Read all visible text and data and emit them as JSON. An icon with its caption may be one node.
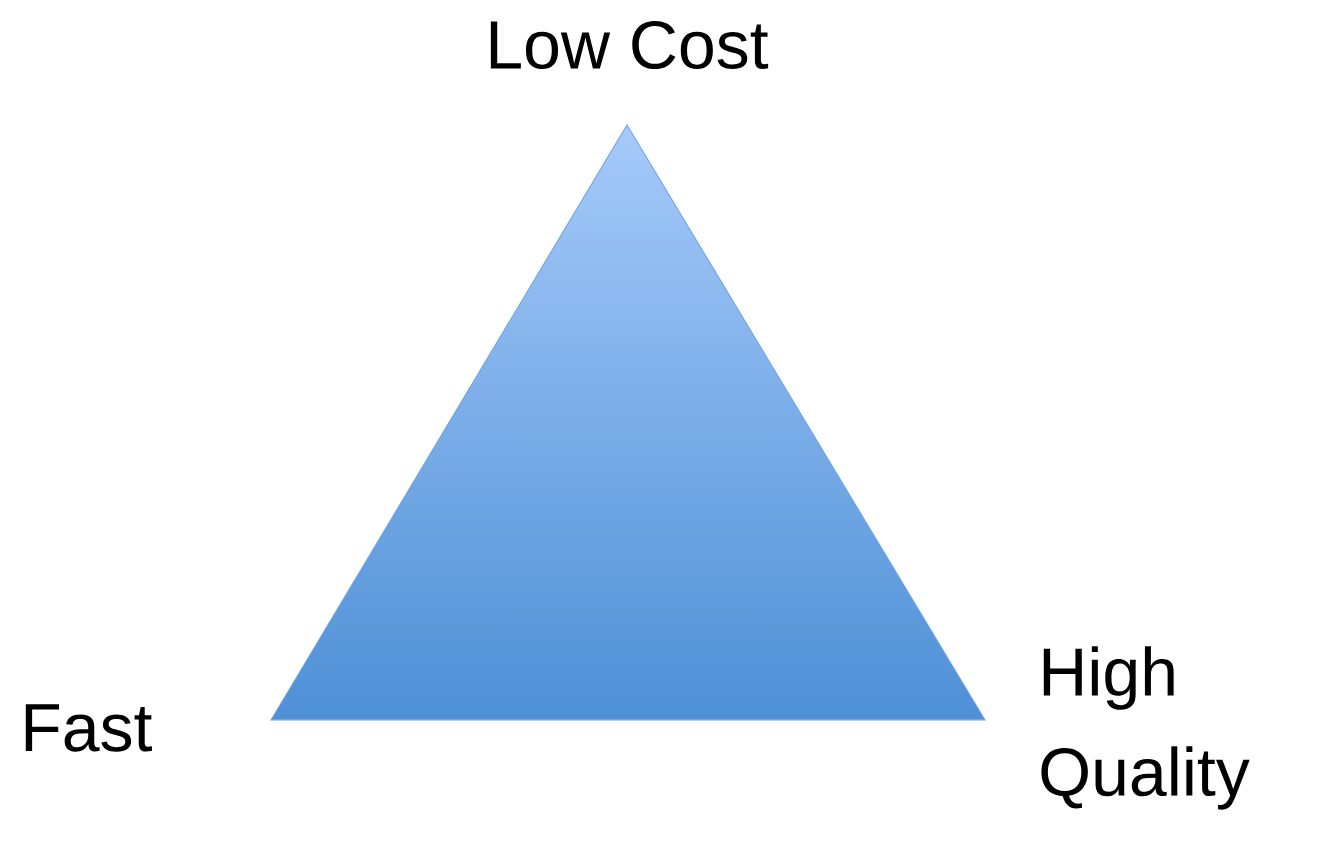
{
  "diagram": {
    "labels": [
      "Low Cost",
      "Fast",
      "High Quality"
    ]
  }
}
